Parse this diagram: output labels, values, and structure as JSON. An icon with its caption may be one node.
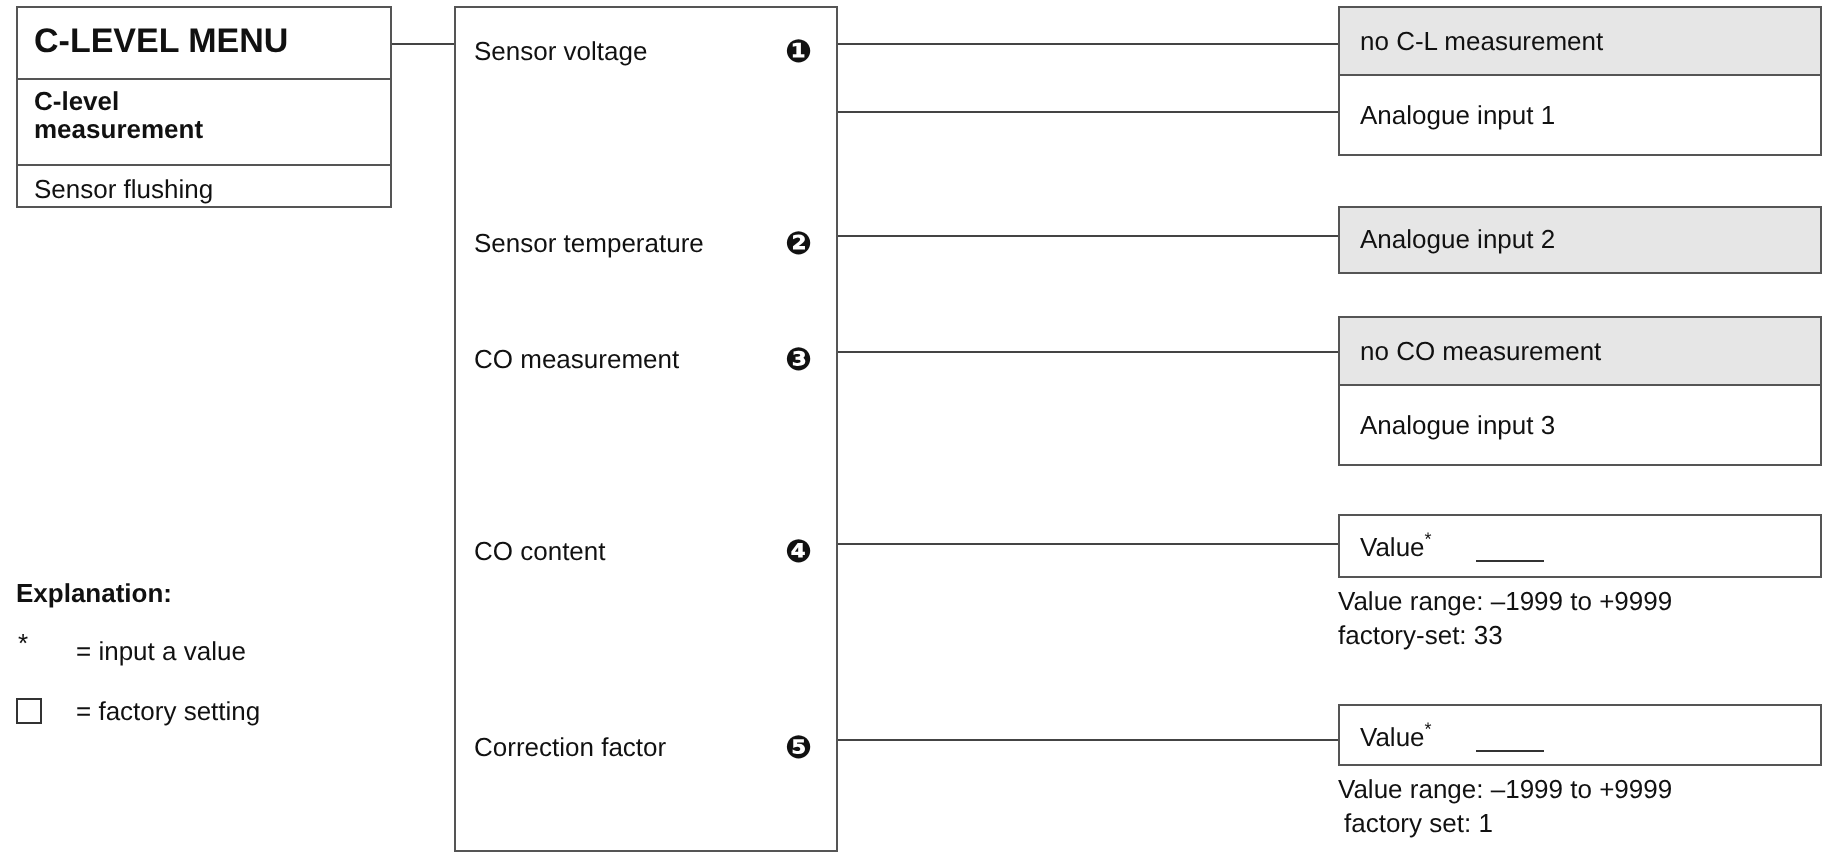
{
  "diagram": {
    "nodes": [
      {
        "text": [
          "C-LEVEL MENU",
          "C-level measurement",
          "Sensor flushing"
        ]
      },
      {
        "text": [],
        "shape": "box"
      },
      {
        "text": [
          "Sensor voltage",
          "❶"
        ],
        "in": 1
      },
      {
        "text": [
          "Sensor temperature",
          "❷"
        ],
        "in": 1
      },
      {
        "text": [
          "CO measurement",
          "❸"
        ],
        "in": 1
      },
      {
        "text": [
          "CO content",
          "❹"
        ],
        "in": 1
      },
      {
        "text": [
          "Correction factor",
          "❺"
        ],
        "in": 1
      },
      {
        "text": [
          "no C-L measurement"
        ]
      },
      {
        "text": [
          "Analogue input 1"
        ]
      },
      {
        "text": [
          "Analogue input 2"
        ]
      },
      {
        "text": [
          "no CO measurement"
        ]
      },
      {
        "text": [
          "Analogue input 3"
        ]
      },
      {
        "text": [
          "Value$^{*}$"
        ],
        "beside": [
          "Value range: –1999 to +9999",
          "factory-set: 33"
        ]
      },
      {
        "text": [
          "Value$^{*}$"
        ],
        "beside": [
          "Value range: –1999 to +9999",
          "factory set: 1"
        ]
      }
    ],
    "edges": [
      {
        "from": 0,
        "to": 1,
        "arrow": "none"
      },
      {
        "from": 2,
        "to": 7,
        "arrow": "none"
      },
      {
        "from": 2,
        "to": 8,
        "arrow": "none"
      },
      {
        "from": 3,
        "to": 9,
        "arrow": "none"
      },
      {
        "from": 4,
        "to": 10,
        "arrow": "none"
      },
      {
        "from": 5,
        "to": 12,
        "arrow": "none"
      },
      {
        "from": 6,
        "to": 13,
        "arrow": "none"
      }
    ],
    "labels": [
      "Explanation:",
      "*"
    ],
    "legend": [
      {
        "text": "= input a value"
      },
      {
        "text": "= factory setting"
      }
    ]
  }
}
